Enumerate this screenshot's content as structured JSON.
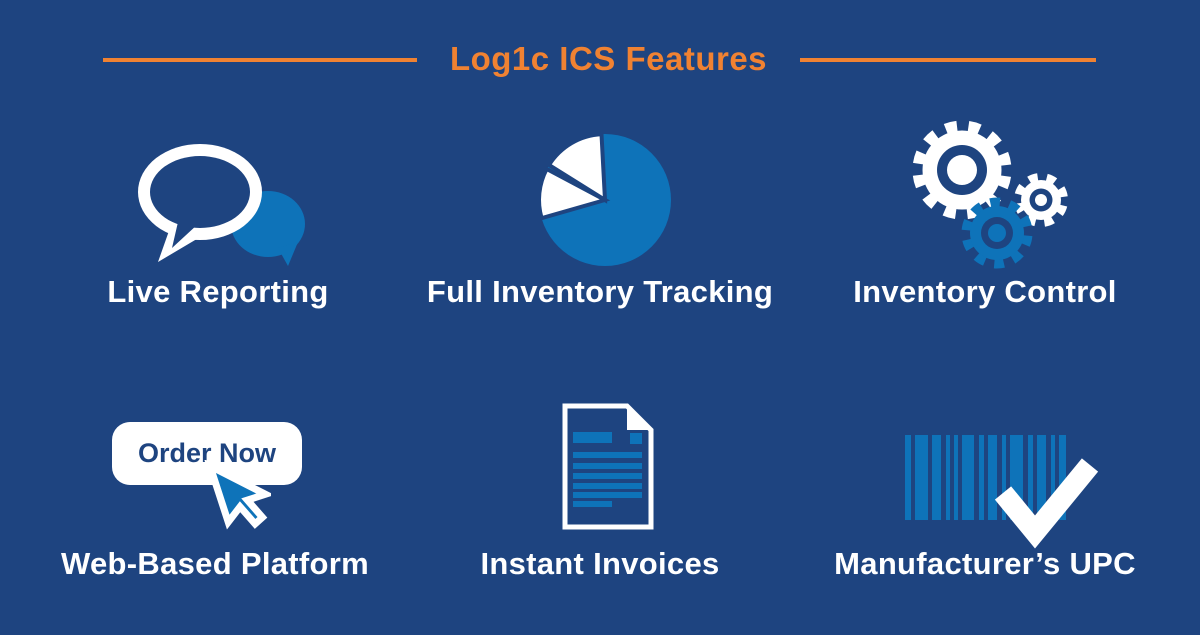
{
  "title": "Log1c ICS Features",
  "colors": {
    "background": "#1e4480",
    "accent_blue": "#0e73b9",
    "orange": "#f08232",
    "white": "#ffffff"
  },
  "features": [
    {
      "label": "Live Reporting",
      "icon": "speech-bubbles-icon"
    },
    {
      "label": "Full Inventory Tracking",
      "icon": "pie-chart-icon"
    },
    {
      "label": "Inventory Control",
      "icon": "gears-icon"
    },
    {
      "label": "Web-Based Platform",
      "icon": "order-now-button",
      "button_label": "Order Now"
    },
    {
      "label": "Instant Invoices",
      "icon": "invoice-icon"
    },
    {
      "label": "Manufacturer’s UPC",
      "icon": "barcode-check-icon"
    }
  ]
}
